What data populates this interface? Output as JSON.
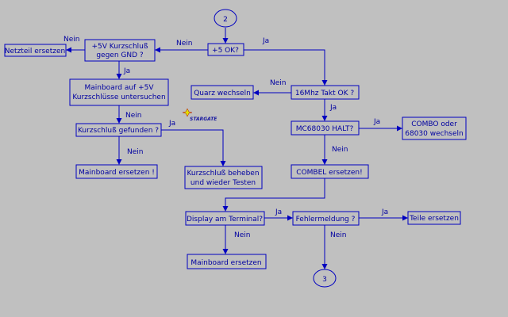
{
  "colors": {
    "background": "#c0c0c0",
    "line": "#0000c0",
    "text": "#0000a0"
  },
  "nodes": {
    "start": "2",
    "v5ok": "+5 OK?",
    "kurz_gnd": [
      "+5V Kurzschluß",
      "gegen GND ?"
    ],
    "netzteil": "Netzteil ersetzen",
    "mb_untersuchen": [
      "Mainboard auf +5V",
      "Kurzschlüsse untersuchen"
    ],
    "kurz_gefunden": "Kurzschluß gefunden ?",
    "mb_ersetzen1": "Mainboard ersetzen !",
    "kurz_beheben": [
      "Kurzschluß beheben",
      "und wieder Testen"
    ],
    "takt_ok": "16Mhz Takt OK ?",
    "quarz": "Quarz wechseln",
    "halt": "MC68030 HALT?",
    "combo": [
      "COMBO oder",
      "68030 wechseln"
    ],
    "combel": "COMBEL ersetzen!",
    "display": "Display am Terminal?",
    "fehler": "Fehlermeldung ?",
    "teile": "Teile ersetzen",
    "mb_ersetzen2": "Mainboard ersetzen",
    "end": "3"
  },
  "edges": {
    "nein": "Nein",
    "ja": "Ja"
  },
  "logo": "STARGATE"
}
